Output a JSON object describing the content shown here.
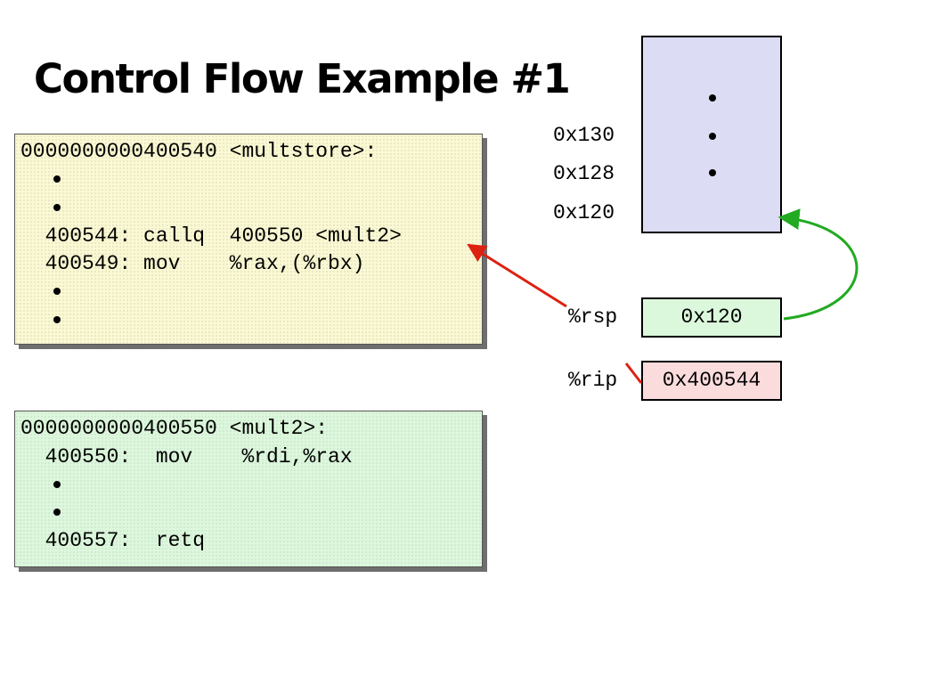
{
  "slide": {
    "title": "Control Flow Example #1"
  },
  "code_blocks": [
    {
      "color": "#fbf9d2",
      "lines": [
        {
          "text": "0000000000400540 <multstore>:",
          "bullet": false
        },
        {
          "text": "",
          "bullet": true
        },
        {
          "text": "",
          "bullet": true
        },
        {
          "text": "  400544: callq  400550 <mult2>",
          "bullet": false
        },
        {
          "text": "  400549: mov    %rax,(%rbx)",
          "bullet": false
        },
        {
          "text": "",
          "bullet": true
        },
        {
          "text": "",
          "bullet": true
        }
      ]
    },
    {
      "color": "#dcf8dc",
      "lines": [
        {
          "text": "0000000000400550 <mult2>:",
          "bullet": false
        },
        {
          "text": "  400550:  mov    %rdi,%rax",
          "bullet": false
        },
        {
          "text": "",
          "bullet": true
        },
        {
          "text": "",
          "bullet": true
        },
        {
          "text": "  400557:  retq",
          "bullet": false
        }
      ]
    }
  ],
  "stack": {
    "color": "#dcdcf5",
    "addresses": [
      "0x130",
      "0x128",
      "0x120"
    ]
  },
  "registers": {
    "rsp": {
      "label": "%rsp",
      "value": "0x120",
      "color": "#dcf8dc"
    },
    "rip": {
      "label": "%rip",
      "value": "0x400544",
      "color": "#fbdcdc"
    }
  },
  "arrows": {
    "rsp_to_stack_color": "#22aa22",
    "rip_to_code_color": "#dd2211"
  }
}
